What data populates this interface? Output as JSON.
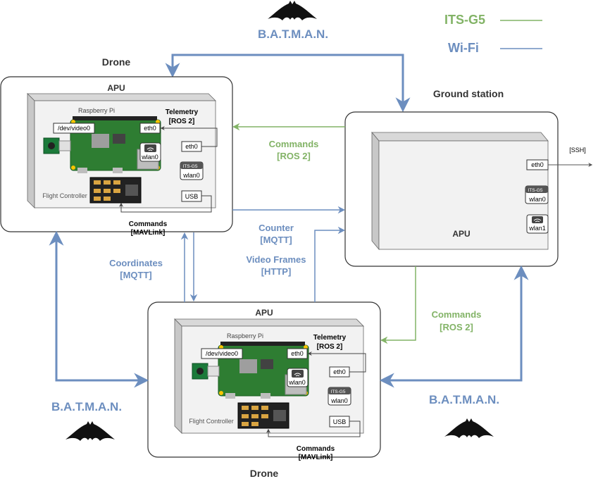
{
  "legend": {
    "its_g5": {
      "label": "ITS-G5",
      "color": "#82b366"
    },
    "wifi": {
      "label": "Wi-Fi",
      "color": "#6c8ebf"
    }
  },
  "nodes": {
    "drone_top": {
      "title": "Drone",
      "apu_label": "APU",
      "raspberry_pi_label": "Raspberry Pi",
      "video_label": "/dev/video0",
      "pi_eth_label": "eth0",
      "pi_wlan_label": "wlan0",
      "eth_label": "eth0",
      "its_g5_tag": "ITS-G5",
      "its_wlan_label": "wlan0",
      "usb_label": "USB",
      "flight_controller_label": "Flight Controller",
      "telemetry_line1": "Telemetry",
      "telemetry_line2": "[ROS 2]",
      "commands_line1": "Commands",
      "commands_line2": "[MAVLink]"
    },
    "drone_bottom": {
      "title": "Drone",
      "apu_label": "APU",
      "raspberry_pi_label": "Raspberry Pi",
      "video_label": "/dev/video0",
      "pi_eth_label": "eth0",
      "pi_wlan_label": "wlan0",
      "eth_label": "eth0",
      "its_g5_tag": "ITS-G5",
      "its_wlan_label": "wlan0",
      "usb_label": "USB",
      "flight_controller_label": "Flight Controller",
      "telemetry_line1": "Telemetry",
      "telemetry_line2": "[ROS 2]",
      "commands_line1": "Commands",
      "commands_line2": "[MAVLink]"
    },
    "ground_station": {
      "title": "Ground station",
      "apu_label": "APU",
      "eth_label": "eth0",
      "its_g5_tag": "ITS-G5",
      "its_wlan_label": "wlan0",
      "wlan1_label": "wlan1",
      "ssh_label": "[SSH]"
    }
  },
  "links": {
    "batman_top": "B.A.T.M.A.N.",
    "batman_left": "B.A.T.M.A.N.",
    "batman_right": "B.A.T.M.A.N.",
    "commands_ros_top_1": "Commands",
    "commands_ros_top_2": "[ROS 2]",
    "counter_1": "Counter",
    "counter_2": "[MQTT]",
    "coordinates_1": "Coordinates",
    "coordinates_2": "[MQTT]",
    "video_frames_1": "Video Frames",
    "video_frames_2": "[HTTP]",
    "commands_ros_bottom_1": "Commands",
    "commands_ros_bottom_2": "[ROS 2]"
  }
}
